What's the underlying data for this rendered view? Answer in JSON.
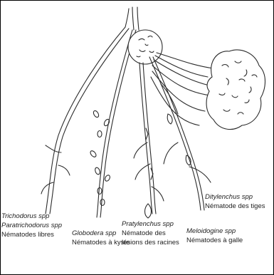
{
  "labels": {
    "trichodorus": {
      "species1": "Trichodorus spp",
      "species2": "Paratrichodorus spp",
      "common": "Nématodes libres"
    },
    "globodera": {
      "species": "Globodera spp",
      "common": "Nématodes à kyste"
    },
    "pratylenchus": {
      "species": "Pratylenchus spp",
      "common1": "Nématode des",
      "common2": "lésions des racines"
    },
    "meloidogine": {
      "species": "Meloidogine spp",
      "common": "Nématodes à galle"
    },
    "ditylenchus": {
      "species": "Ditylenchus spp",
      "common": "Nématode des tiges"
    }
  }
}
